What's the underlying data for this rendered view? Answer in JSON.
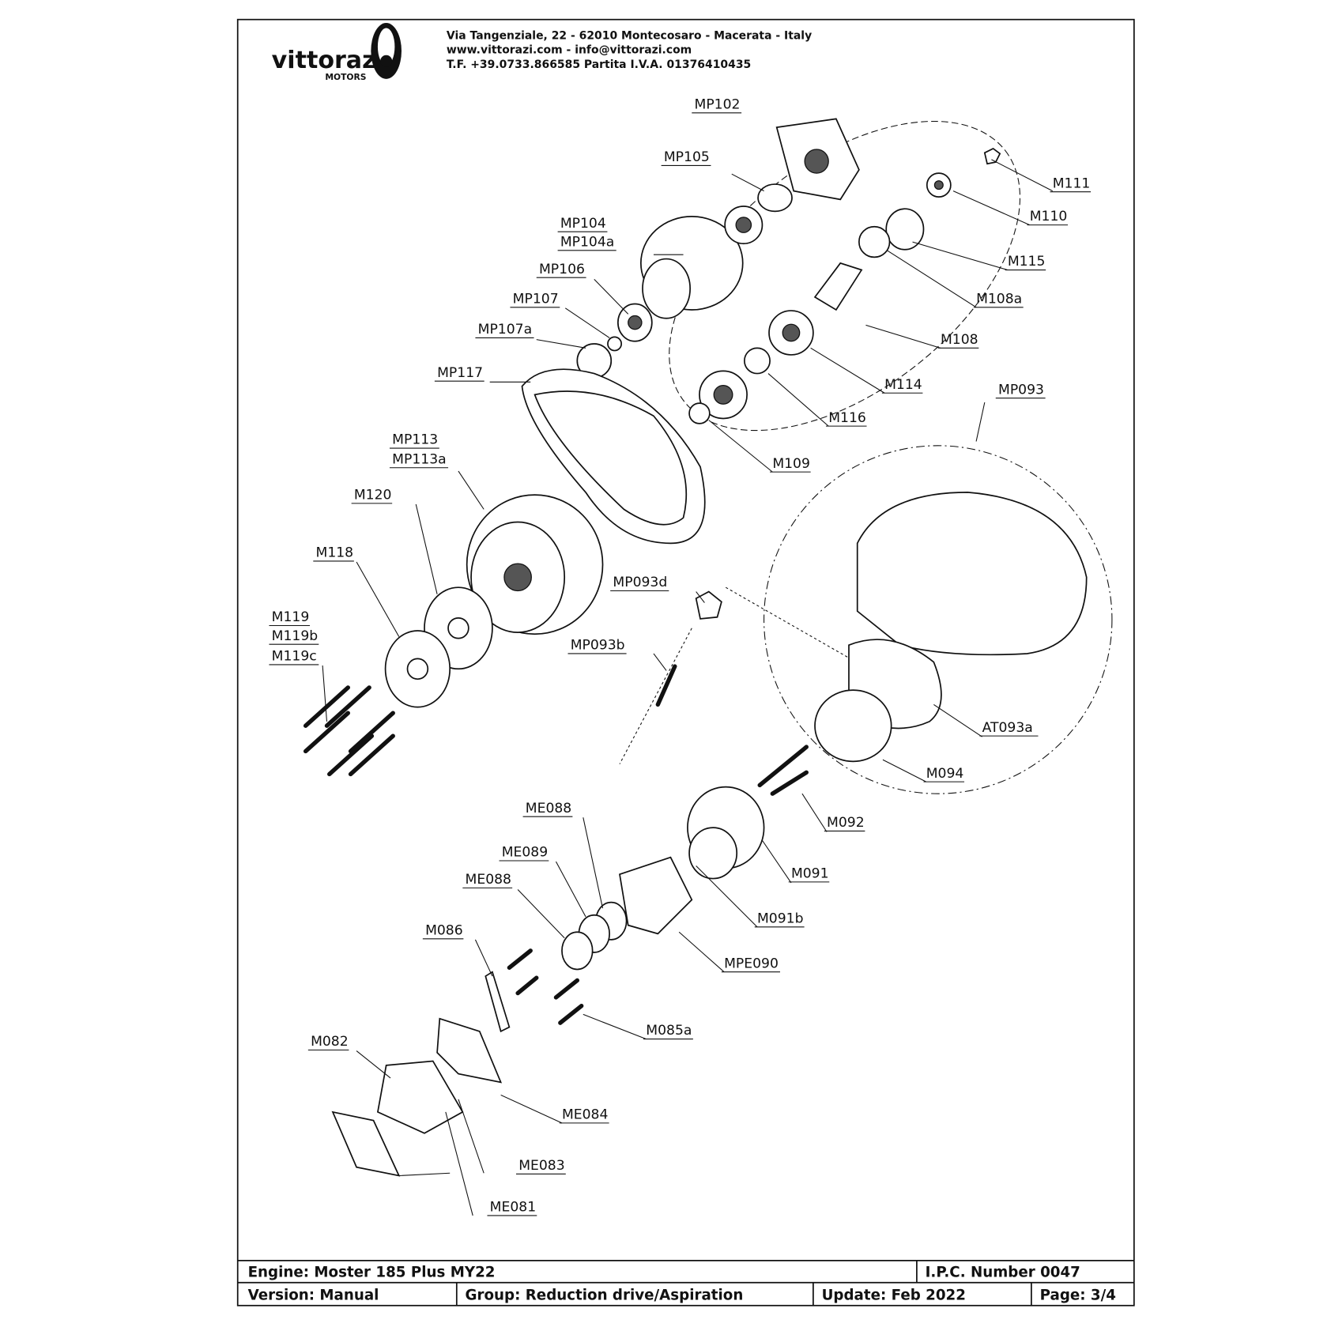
{
  "header": {
    "logo_text": "vittorazi",
    "logo_sub": "MOTORS",
    "address": "Via Tangenziale, 22 - 62010 Montecosaro - Macerata - Italy",
    "web": "www.vittorazi.com - info@vittorazi.com",
    "phone": "T.F. +39.0733.866585 Partita I.V.A. 01376410435"
  },
  "part_labels": [
    "MP102",
    "MP105",
    "MP104",
    "MP104a",
    "MP106",
    "MP107",
    "MP107a",
    "MP117",
    "MP113",
    "MP113a",
    "M120",
    "M118",
    "M119",
    "M119b",
    "M119c",
    "M111",
    "M110",
    "M115",
    "M108a",
    "M108",
    "M114",
    "MP093",
    "M116",
    "M109",
    "MP093d",
    "MP093b",
    "AT093a",
    "M094",
    "ME088",
    "M092",
    "ME089",
    "M091",
    "ME088",
    "M091b",
    "M086",
    "MPE090",
    "M085a",
    "M082",
    "ME084",
    "ME083",
    "ME081"
  ],
  "footer": {
    "engine": "Engine: Moster 185 Plus MY22",
    "ipc": "I.P.C. Number 0047",
    "version": "Version: Manual",
    "group": "Group: Reduction drive/Aspiration",
    "update": "Update: Feb 2022",
    "page": "Page: 3/4"
  }
}
